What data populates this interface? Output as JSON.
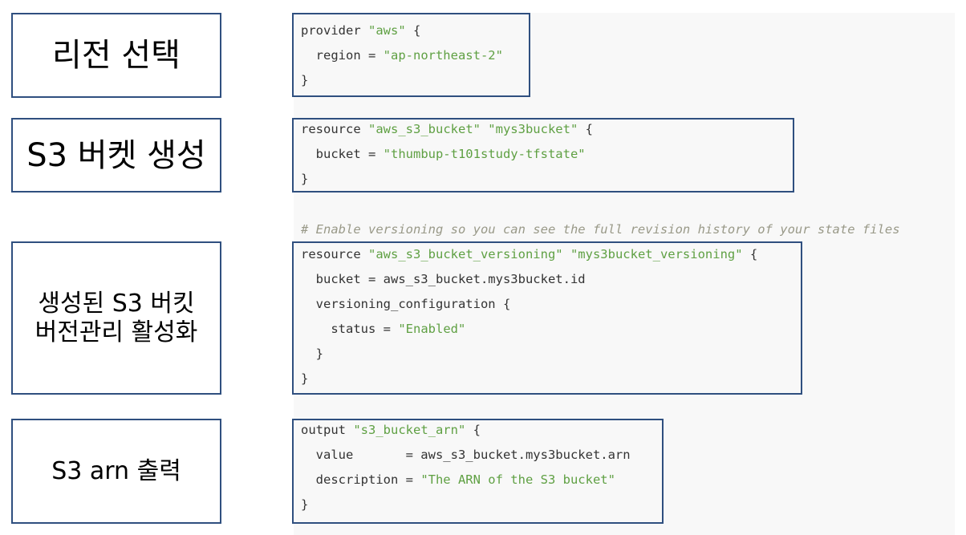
{
  "labels": {
    "region": "리전 선택",
    "bucket": "S3 버켓 생성",
    "versioning": "생성된 S3 버킷\n버전관리 활성화",
    "output": "S3 arn 출력"
  },
  "code": {
    "provider": {
      "l1_kw": "provider ",
      "l1_str": "\"aws\"",
      "l1_end": " {",
      "l2_key": "  region = ",
      "l2_str": "\"ap-northeast-2\"",
      "l3": "}"
    },
    "bucket": {
      "l1_kw": "resource ",
      "l1_str": "\"aws_s3_bucket\" \"mys3bucket\"",
      "l1_end": " {",
      "l2_key": "  bucket = ",
      "l2_str": "\"thumbup-t101study-tfstate\"",
      "l3": "}"
    },
    "comment": "# Enable versioning so you can see the full revision history of your state files",
    "versioning": {
      "l1_kw": "resource ",
      "l1_str": "\"aws_s3_bucket_versioning\" \"mys3bucket_versioning\"",
      "l1_end": " {",
      "l2": "  bucket = aws_s3_bucket.mys3bucket.id",
      "l3": "  versioning_configuration {",
      "l4_key": "    status = ",
      "l4_str": "\"Enabled\"",
      "l5": "  }",
      "l6": "}"
    },
    "output": {
      "l1_kw": "output ",
      "l1_str": "\"s3_bucket_arn\"",
      "l1_end": " {",
      "l2": "  value       = aws_s3_bucket.mys3bucket.arn",
      "l3_key": "  description = ",
      "l3_str": "\"The ARN of the S3 bucket\"",
      "l4": "}"
    }
  },
  "colors": {
    "box_border": "#2f4f7f",
    "code_background": "#f8f8f8",
    "code_text": "#333333",
    "string": "#5fa043",
    "comment": "#999988"
  }
}
